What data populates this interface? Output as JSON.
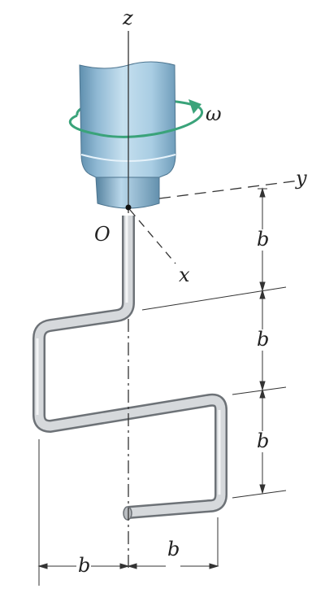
{
  "labels": {
    "z": "z",
    "y": "y",
    "x": "x",
    "origin": "O",
    "omega": "ω",
    "dim_b_1": "b",
    "dim_b_2": "b",
    "dim_b_3": "b",
    "dim_b_4": "b",
    "dim_b_5": "b"
  },
  "colors": {
    "chuck_body": "#a9cde3",
    "chuck_shade": "#5f8fae",
    "rod": "#c8ccd0",
    "rod_edge": "#6d7277",
    "rotation_arrow": "#3aa37a",
    "lines": "#333333"
  }
}
